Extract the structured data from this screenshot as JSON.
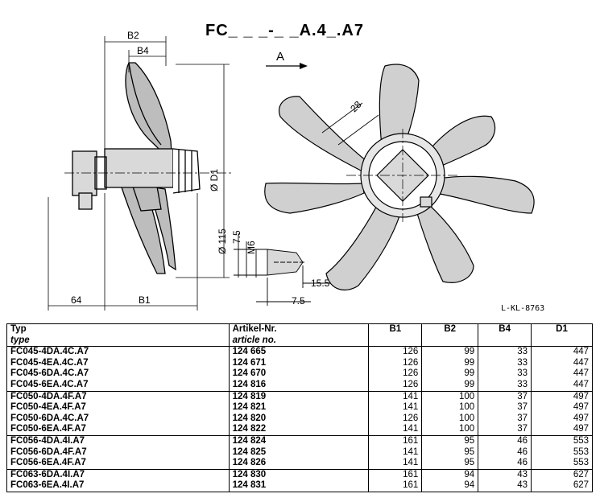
{
  "header": {
    "title": "FC_ _ _-_ _A.4_.A7"
  },
  "drawing": {
    "direction_label": "A",
    "dimensions": {
      "b2": "B2",
      "b4": "B4",
      "d1": "Ø D1",
      "l64": "64",
      "b1": "B1",
      "dia115": "Ø 115",
      "m6": "M6",
      "d7_5a": "7.5",
      "d15_5": "15.5",
      "d7_5b": "7.5",
      "blade28": "28"
    },
    "reference": "L-KL-8763"
  },
  "table": {
    "headers": {
      "type": "Typ",
      "type_en": "type",
      "article": "Artikel-Nr.",
      "article_en": "article no.",
      "b1": "B1",
      "b2": "B2",
      "b4": "B4",
      "d1": "D1"
    },
    "rows": [
      {
        "type": "FC045-4DA.4C.A7",
        "article": "124 665",
        "b1": "126",
        "b2": "99",
        "b4": "33",
        "d1": "447"
      },
      {
        "type": "FC045-4EA.4C.A7",
        "article": "124 671",
        "b1": "126",
        "b2": "99",
        "b4": "33",
        "d1": "447"
      },
      {
        "type": "FC045-6DA.4C.A7",
        "article": "124 670",
        "b1": "126",
        "b2": "99",
        "b4": "33",
        "d1": "447"
      },
      {
        "type": "FC045-6EA.4C.A7",
        "article": "124 816",
        "b1": "126",
        "b2": "99",
        "b4": "33",
        "d1": "447"
      },
      {
        "type": "FC050-4DA.4F.A7",
        "article": "124 819",
        "b1": "141",
        "b2": "100",
        "b4": "37",
        "d1": "497"
      },
      {
        "type": "FC050-4EA.4F.A7",
        "article": "124 821",
        "b1": "141",
        "b2": "100",
        "b4": "37",
        "d1": "497"
      },
      {
        "type": "FC050-6DA.4C.A7",
        "article": "124 820",
        "b1": "126",
        "b2": "100",
        "b4": "37",
        "d1": "497"
      },
      {
        "type": "FC050-6EA.4F.A7",
        "article": "124 822",
        "b1": "141",
        "b2": "100",
        "b4": "37",
        "d1": "497"
      },
      {
        "type": "FC056-4DA.4I.A7",
        "article": "124 824",
        "b1": "161",
        "b2": "95",
        "b4": "46",
        "d1": "553"
      },
      {
        "type": "FC056-6DA.4F.A7",
        "article": "124 825",
        "b1": "141",
        "b2": "95",
        "b4": "46",
        "d1": "553"
      },
      {
        "type": "FC056-6EA.4F.A7",
        "article": "124 826",
        "b1": "141",
        "b2": "95",
        "b4": "46",
        "d1": "553"
      },
      {
        "type": "FC063-6DA.4I.A7",
        "article": "124 830",
        "b1": "161",
        "b2": "94",
        "b4": "43",
        "d1": "627"
      },
      {
        "type": "FC063-6EA.4I.A7",
        "article": "124 831",
        "b1": "161",
        "b2": "94",
        "b4": "43",
        "d1": "627"
      }
    ]
  }
}
